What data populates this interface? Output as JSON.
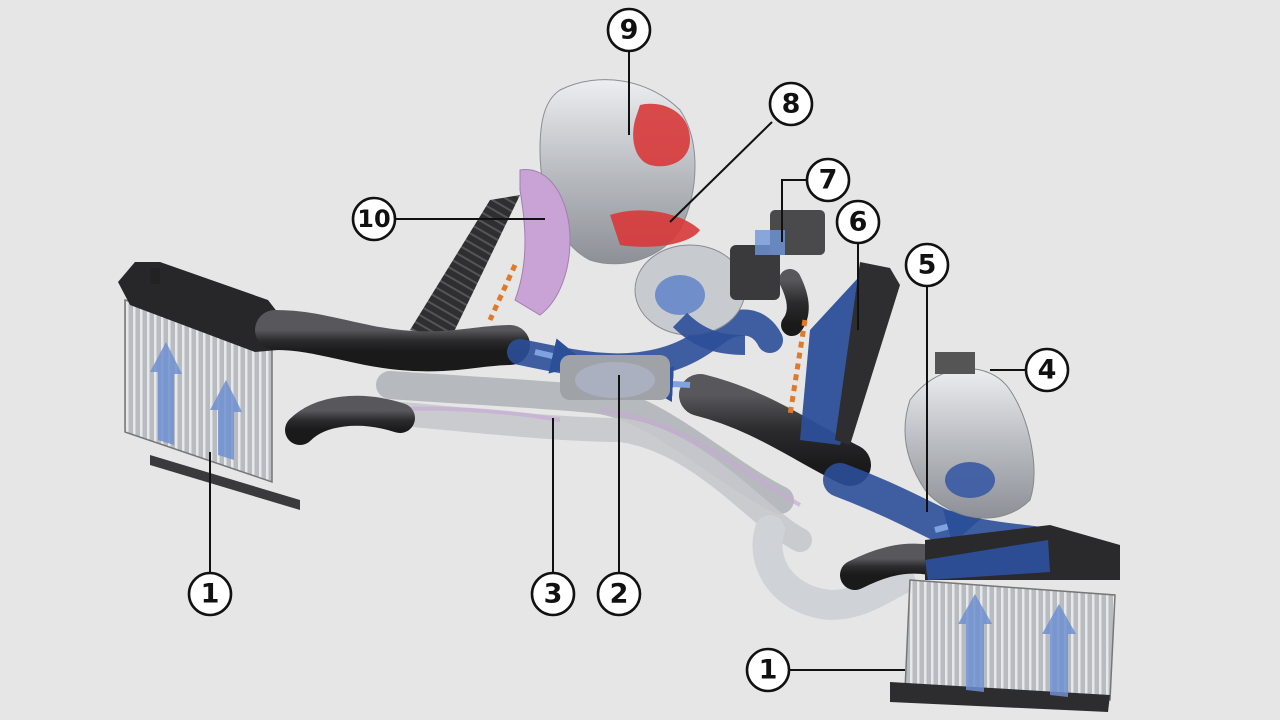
{
  "colors": {
    "background": "#e6e6e6",
    "charge_air_blue": "#2c4f9a",
    "exhaust_red": "#d8383a",
    "coolant_purple": "#b07ac0",
    "hose_black": "#2b2b2d",
    "aluminium": "#c3c6ca"
  },
  "callouts": [
    {
      "id": "intercooler-left",
      "label": "1"
    },
    {
      "id": "exhaust-pipe-center",
      "label": "2"
    },
    {
      "id": "exhaust-pipe-lower",
      "label": "3"
    },
    {
      "id": "compressor",
      "label": "4"
    },
    {
      "id": "throttle-right",
      "label": "5"
    },
    {
      "id": "intake-manifold",
      "label": "6"
    },
    {
      "id": "bypass-valve",
      "label": "7"
    },
    {
      "id": "turbine-housing",
      "label": "8"
    },
    {
      "id": "turbocharger",
      "label": "9"
    },
    {
      "id": "coolant-return",
      "label": "10"
    },
    {
      "id": "intercooler-right",
      "label": "1"
    }
  ],
  "icons": [
    "flow-arrow-icon"
  ]
}
